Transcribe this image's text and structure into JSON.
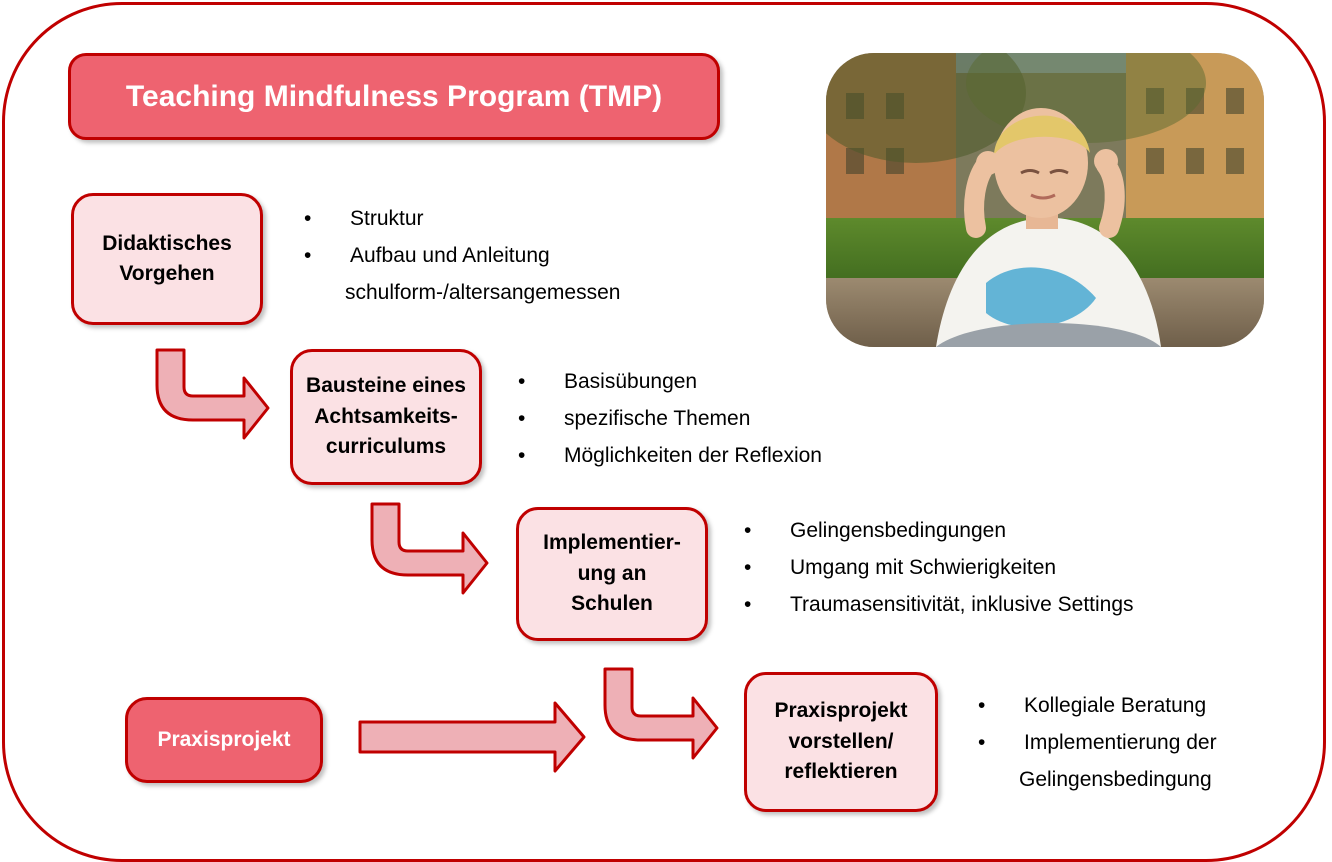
{
  "title": "Teaching Mindfulness Program (TMP)",
  "steps": [
    {
      "label": "Didaktisches\nVorgehen",
      "bullets": [
        "Struktur",
        "Aufbau und Anleitung"
      ],
      "continuation": "schulform-/altersangemessen"
    },
    {
      "label": "Bausteine eines\nAchtsamkeits-\ncurriculums",
      "bullets": [
        "Basisübungen",
        "spezifische Themen",
        "Möglichkeiten der Reflexion"
      ]
    },
    {
      "label": "Implementier-\nung an\nSchulen",
      "bullets": [
        "Gelingensbedingungen",
        "Umgang mit Schwierigkeiten",
        "Traumasensitivität, inklusive Settings"
      ]
    },
    {
      "label": "Praxisprojekt\nvorstellen/\nreflektieren",
      "bullets": [
        "Kollegiale Beratung",
        "Implementierung der"
      ],
      "continuation": "Gelingensbedingung"
    }
  ],
  "praxis_label": "Praxisprojekt",
  "colors": {
    "border": "#c00000",
    "box_light": "#fbe1e4",
    "box_strong": "#ee6370",
    "arrow_fill": "#eeb0b6"
  }
}
